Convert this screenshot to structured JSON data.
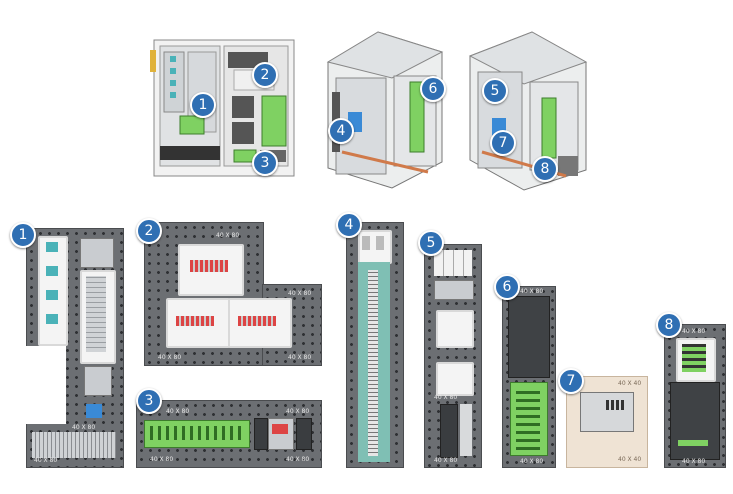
{
  "badges": [
    "1",
    "2",
    "3",
    "4",
    "5",
    "6",
    "7",
    "8"
  ],
  "scale_marks": {
    "p1": [
      "40 X 80",
      "40 X 80"
    ],
    "p2": [
      "40 X 80",
      "40 X 80",
      "40 X 80",
      "40 X 80"
    ],
    "p3": [
      "40 X 80",
      "40 X 80",
      "40 X 80",
      "40 X 80"
    ],
    "p5": [
      "40 X 80",
      "40 X 80"
    ],
    "p6": [
      "40 X 80",
      "40 X 80"
    ],
    "p7": [
      "40 X 40",
      "40 X 40"
    ],
    "p8": [
      "40 X 80",
      "40 X 80"
    ]
  },
  "colors": {
    "badge": "#2f6fb3",
    "plate": "#6c6f73",
    "green_module": "#7fd162",
    "panel_bg": "#f4f4f4"
  },
  "icons": [
    "cabinet-front-view",
    "cabinet-iso-view-left",
    "cabinet-iso-view-right"
  ]
}
